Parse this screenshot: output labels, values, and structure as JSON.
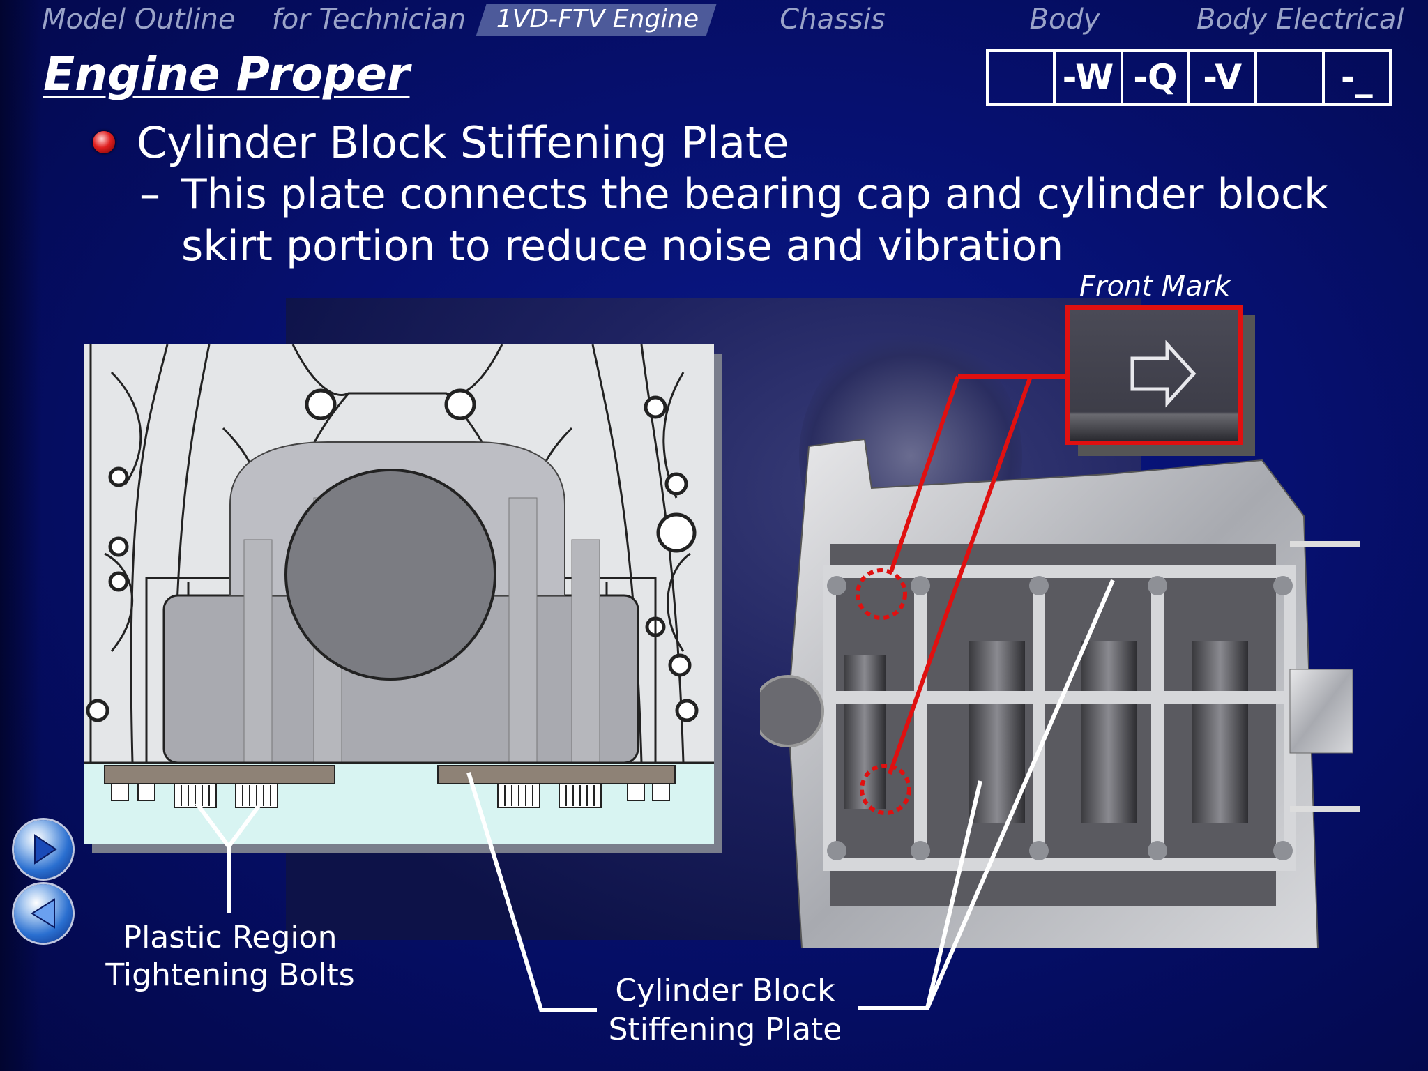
{
  "nav": {
    "items": [
      {
        "label": "Model Outline"
      },
      {
        "label": "for Technician"
      },
      {
        "label": "1VD-FTV Engine",
        "active": true
      },
      {
        "label": "Chassis"
      },
      {
        "label": "Body"
      },
      {
        "label": "Body Electrical"
      }
    ]
  },
  "page": {
    "title": "Engine Proper"
  },
  "keybox": {
    "keys": [
      "",
      "-W",
      "-Q",
      "-V",
      "",
      "-_"
    ]
  },
  "content": {
    "heading": "Cylinder Block Stiffening Plate",
    "dash": "–",
    "line1": "This plate connects the bearing cap and cylinder block",
    "line2": "skirt portion to reduce noise and vibration"
  },
  "callouts": {
    "front_mark": "Front Mark",
    "bolts_line1": "Plastic Region",
    "bolts_line2": "Tightening Bolts",
    "plate_line1": "Cylinder Block",
    "plate_line2": "Stiffening Plate"
  },
  "colors": {
    "background": "#061070",
    "highlight_red": "#e01010",
    "nav_active": "#4d5a9a"
  },
  "icons": {
    "next": "arrow-right-icon",
    "prev": "arrow-left-icon"
  }
}
